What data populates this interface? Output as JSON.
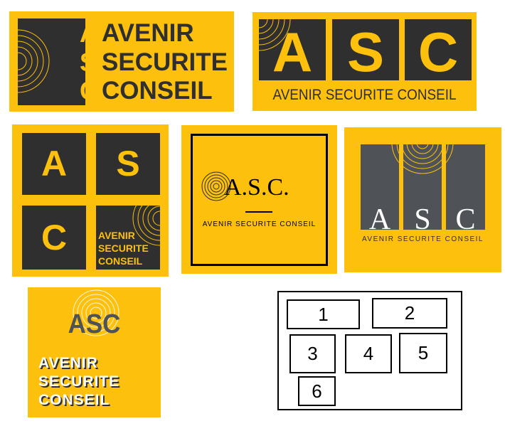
{
  "colors": {
    "yellow": "#FDC00C",
    "dark": "#2F2F2F",
    "slate": "#4F5358",
    "white": "#FFFFFF",
    "black": "#000000"
  },
  "logo1": {
    "letters": [
      "A",
      "S",
      "C"
    ],
    "words": [
      "AVENIR",
      "SECURITE",
      "CONSEIL"
    ]
  },
  "logo2": {
    "letters": [
      "A",
      "S",
      "C"
    ],
    "tagline": "AVENIR SECURITE CONSEIL"
  },
  "logo3": {
    "letters": [
      "A",
      "S",
      "C"
    ],
    "words": [
      "AVENIR",
      "SECURITE",
      "CONSEIL"
    ]
  },
  "logo4": {
    "title": "A.S.C.",
    "tagline": "AVENIR SECURITE CONSEIL"
  },
  "logo5": {
    "letters": [
      "A",
      "S",
      "C"
    ],
    "tagline": "AVENIR SECURITE CONSEIL"
  },
  "logo6": {
    "mark": "ASC",
    "words": [
      "AVENIR",
      "SECURITE",
      "CONSEIL"
    ]
  },
  "legend": {
    "labels": [
      "1",
      "2",
      "3",
      "4",
      "5",
      "6"
    ]
  }
}
